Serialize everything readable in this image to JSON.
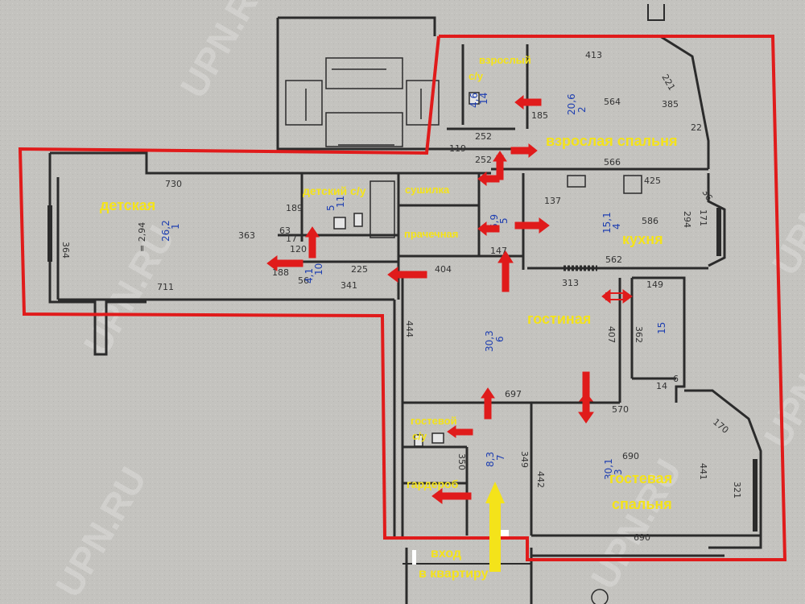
{
  "watermark": "UPN.RU",
  "colors": {
    "paper": "#c4c3bf",
    "wall": "#2b2b2b",
    "outline": "#e01b1b",
    "arrow": "#e01b1b",
    "entry_arrow": "#f4e31a",
    "label": "#f4e31a",
    "room_number": "#1f3fb0"
  },
  "labels": {
    "kids_room": "детская",
    "kids_bath": "детский с/у",
    "dryer": "сушилка",
    "laundry": "прачечная",
    "master_bath_1": "взрослый",
    "master_bath_2": "с/у",
    "master_bedroom": "взрослая спальня",
    "kitchen": "кухня",
    "living": "гостиная",
    "guest_bath_1": "гостевой",
    "guest_bath_2": "с/у",
    "wardrobe": "гардероб",
    "guest_bedroom_1": "гостевая",
    "guest_bedroom_2": "спальня",
    "entrance_1": "вход",
    "entrance_2": "в квартиру"
  },
  "rooms": [
    {
      "num": "1",
      "area": "26,2"
    },
    {
      "num": "2",
      "area": "20,6"
    },
    {
      "num": "3",
      "area": "30,1"
    },
    {
      "num": "4",
      "area": "15,1"
    },
    {
      "num": "5",
      "area": "6,9"
    },
    {
      "num": "6",
      "area": "30,3"
    },
    {
      "num": "7",
      "area": "8,3"
    },
    {
      "num": "10",
      "area": "4,1"
    },
    {
      "num": "11",
      "area": "5"
    },
    {
      "num": "14",
      "area": "4,6"
    },
    {
      "num": "15",
      "area": ""
    }
  ],
  "ceiling_height": "= 2,94",
  "dimensions": {
    "d730": "730",
    "d711": "711",
    "d364": "364",
    "d363": "363",
    "d341": "341",
    "d413": "413",
    "d564": "564",
    "d385": "385",
    "d221": "221",
    "d22": "22",
    "d252a": "252",
    "d252b": "252",
    "d119": "119",
    "d566": "566",
    "d425": "425",
    "d586": "586",
    "d562": "562",
    "d137": "137",
    "d313": "313",
    "d149": "149",
    "d407": "407",
    "d362": "362",
    "d444": "444",
    "d697": "697",
    "d570": "570",
    "d690a": "690",
    "d690b": "690",
    "d442": "442",
    "d441": "441",
    "d321": "321",
    "d170": "170",
    "d350": "350",
    "d349": "349",
    "d404": "404",
    "d225": "225",
    "d147": "147",
    "d189": "189",
    "d120": "120",
    "d63": "63",
    "d17": "17",
    "d294": "294",
    "d171": "171",
    "d36": "36",
    "d14": "14",
    "d6": "6",
    "d185": "185",
    "d188": "188",
    "d56": "56"
  }
}
